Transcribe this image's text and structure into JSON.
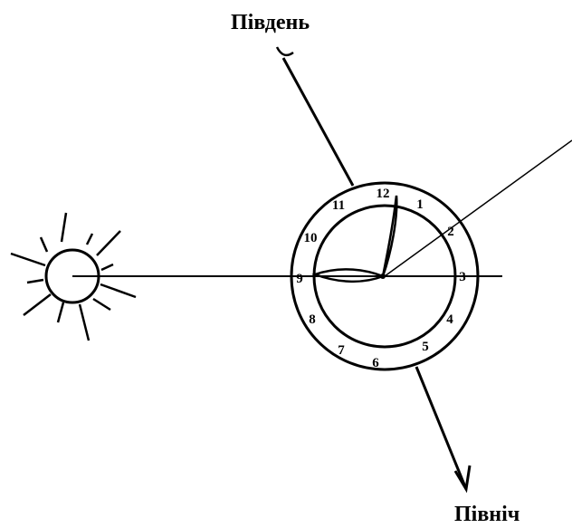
{
  "labels": {
    "south": "Південь",
    "north": "Північ"
  },
  "clock": {
    "numbers": [
      "12",
      "1",
      "2",
      "3",
      "4",
      "5",
      "6",
      "7",
      "8",
      "9",
      "10",
      "11"
    ]
  }
}
